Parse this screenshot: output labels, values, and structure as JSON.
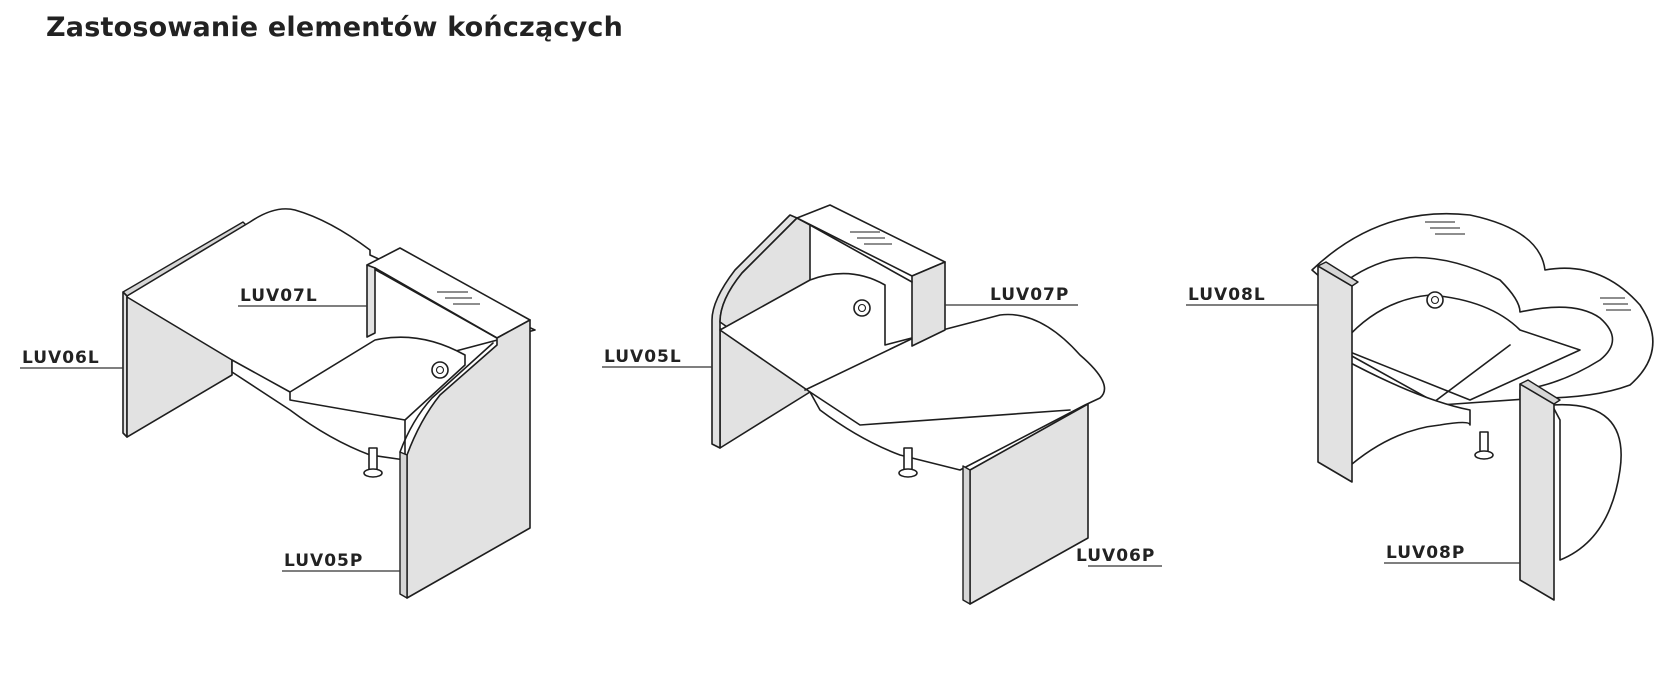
{
  "title": "Zastosowanie elementów kończących",
  "labels": {
    "luv06l": "LUV06L",
    "luv07l": "LUV07L",
    "luv05p": "LUV05P",
    "luv05l": "LUV05L",
    "luv07p": "LUV07P",
    "luv06p": "LUV06P",
    "luv08l": "LUV08L",
    "luv08p": "LUV08P"
  },
  "colors": {
    "panel": "#e2e2e2",
    "line": "#1e1e1e",
    "text": "#222222"
  }
}
